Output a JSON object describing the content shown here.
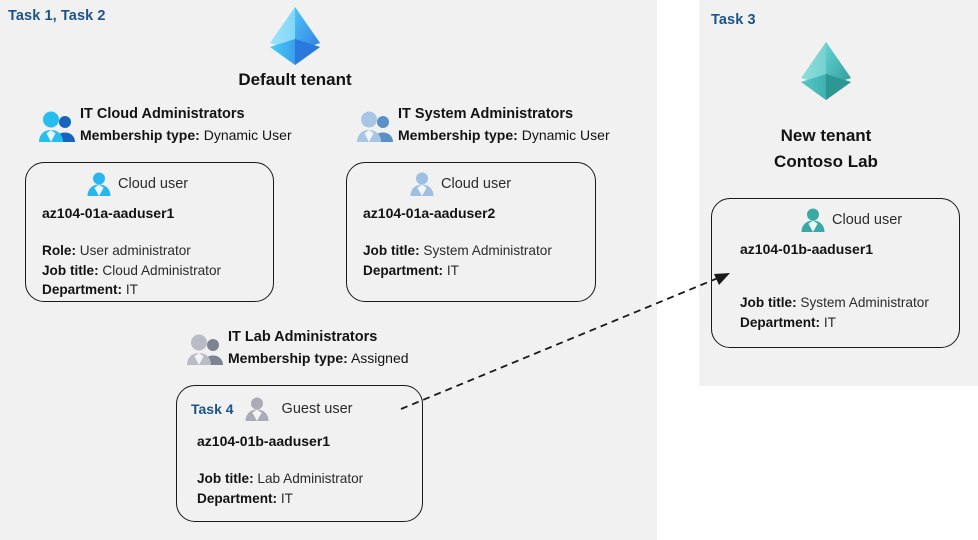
{
  "left_panel": {
    "task_label": "Task 1, Task 2",
    "tenant": {
      "name": "Default tenant",
      "logo_icon": "azure-ad-tenant-icon",
      "color": "#32b5f1"
    },
    "groups": [
      {
        "id": "it-cloud-administrators",
        "icon": "group-users-icon",
        "title": "IT Cloud Administrators",
        "membership_label": "Membership type:",
        "membership_value": "Dynamic User",
        "card": {
          "user_type_icon": "cloud-user-icon",
          "user_type": "Cloud user",
          "username": "az104-01a-aaduser1",
          "attributes": [
            {
              "label": "Role:",
              "value": "User administrator"
            },
            {
              "label": "Job title:",
              "value": "Cloud Administrator"
            },
            {
              "label": "Department:",
              "value": "IT"
            }
          ]
        }
      },
      {
        "id": "it-system-administrators",
        "icon": "group-users-icon",
        "title": "IT System Administrators",
        "membership_label": "Membership type:",
        "membership_value": "Dynamic User",
        "card": {
          "user_type_icon": "cloud-user-icon",
          "user_type": "Cloud user",
          "username": "az104-01a-aaduser2",
          "attributes": [
            {
              "label": "Job title:",
              "value": "System Administrator"
            },
            {
              "label": "Department:",
              "value": "IT"
            }
          ]
        }
      },
      {
        "id": "it-lab-administrators",
        "icon": "group-users-icon",
        "title": "IT Lab Administrators",
        "membership_label": "Membership type:",
        "membership_value": "Assigned",
        "card": {
          "task_tag": "Task 4",
          "user_type_icon": "guest-user-icon",
          "user_type": "Guest user",
          "username": "az104-01b-aaduser1",
          "attributes": [
            {
              "label": "Job title:",
              "value": "Lab Administrator"
            },
            {
              "label": "Department:",
              "value": "IT"
            }
          ]
        }
      }
    ]
  },
  "right_panel": {
    "task_label": "Task 3",
    "tenant": {
      "logo_icon": "azure-ad-tenant-icon",
      "name_line1": "New  tenant",
      "name_line2": "Contoso Lab",
      "color": "#3fbfbf"
    },
    "card": {
      "user_type_icon": "cloud-user-icon",
      "user_type": "Cloud user",
      "username": "az104-01b-aaduser1",
      "attributes": [
        {
          "label": "Job title:",
          "value": "System Administrator"
        },
        {
          "label": "Department:",
          "value": "IT"
        }
      ]
    }
  },
  "connector": {
    "name": "guest-invite-arrow",
    "style": "dashed-arrow"
  }
}
